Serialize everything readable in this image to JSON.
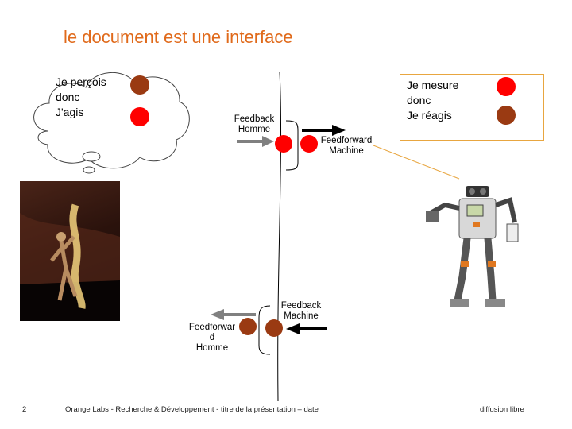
{
  "title": "le document est une interface",
  "thought": {
    "lines": [
      "Je perçois",
      "donc",
      "J'agis"
    ]
  },
  "machine_box": {
    "lines": [
      "Je mesure",
      "donc",
      "Je réagis"
    ]
  },
  "labels": {
    "feedback_homme": [
      "Feedback",
      "Homme"
    ],
    "feedforward_machine": [
      "Feedforward",
      "Machine"
    ],
    "feedback_machine": [
      "Feedback",
      "Machine"
    ],
    "feedforward_homme": [
      "Feedforwar",
      "d",
      "Homme"
    ]
  },
  "footer": {
    "page_number": "2",
    "center": "Orange Labs - Recherche & Développement - titre de la présentation – date",
    "right": "diffusion libre"
  },
  "colors": {
    "title": "#e06a1b",
    "red_dot": "#ff0000",
    "brown_dot": "#9a3a12",
    "box_border": "#e8a640"
  }
}
